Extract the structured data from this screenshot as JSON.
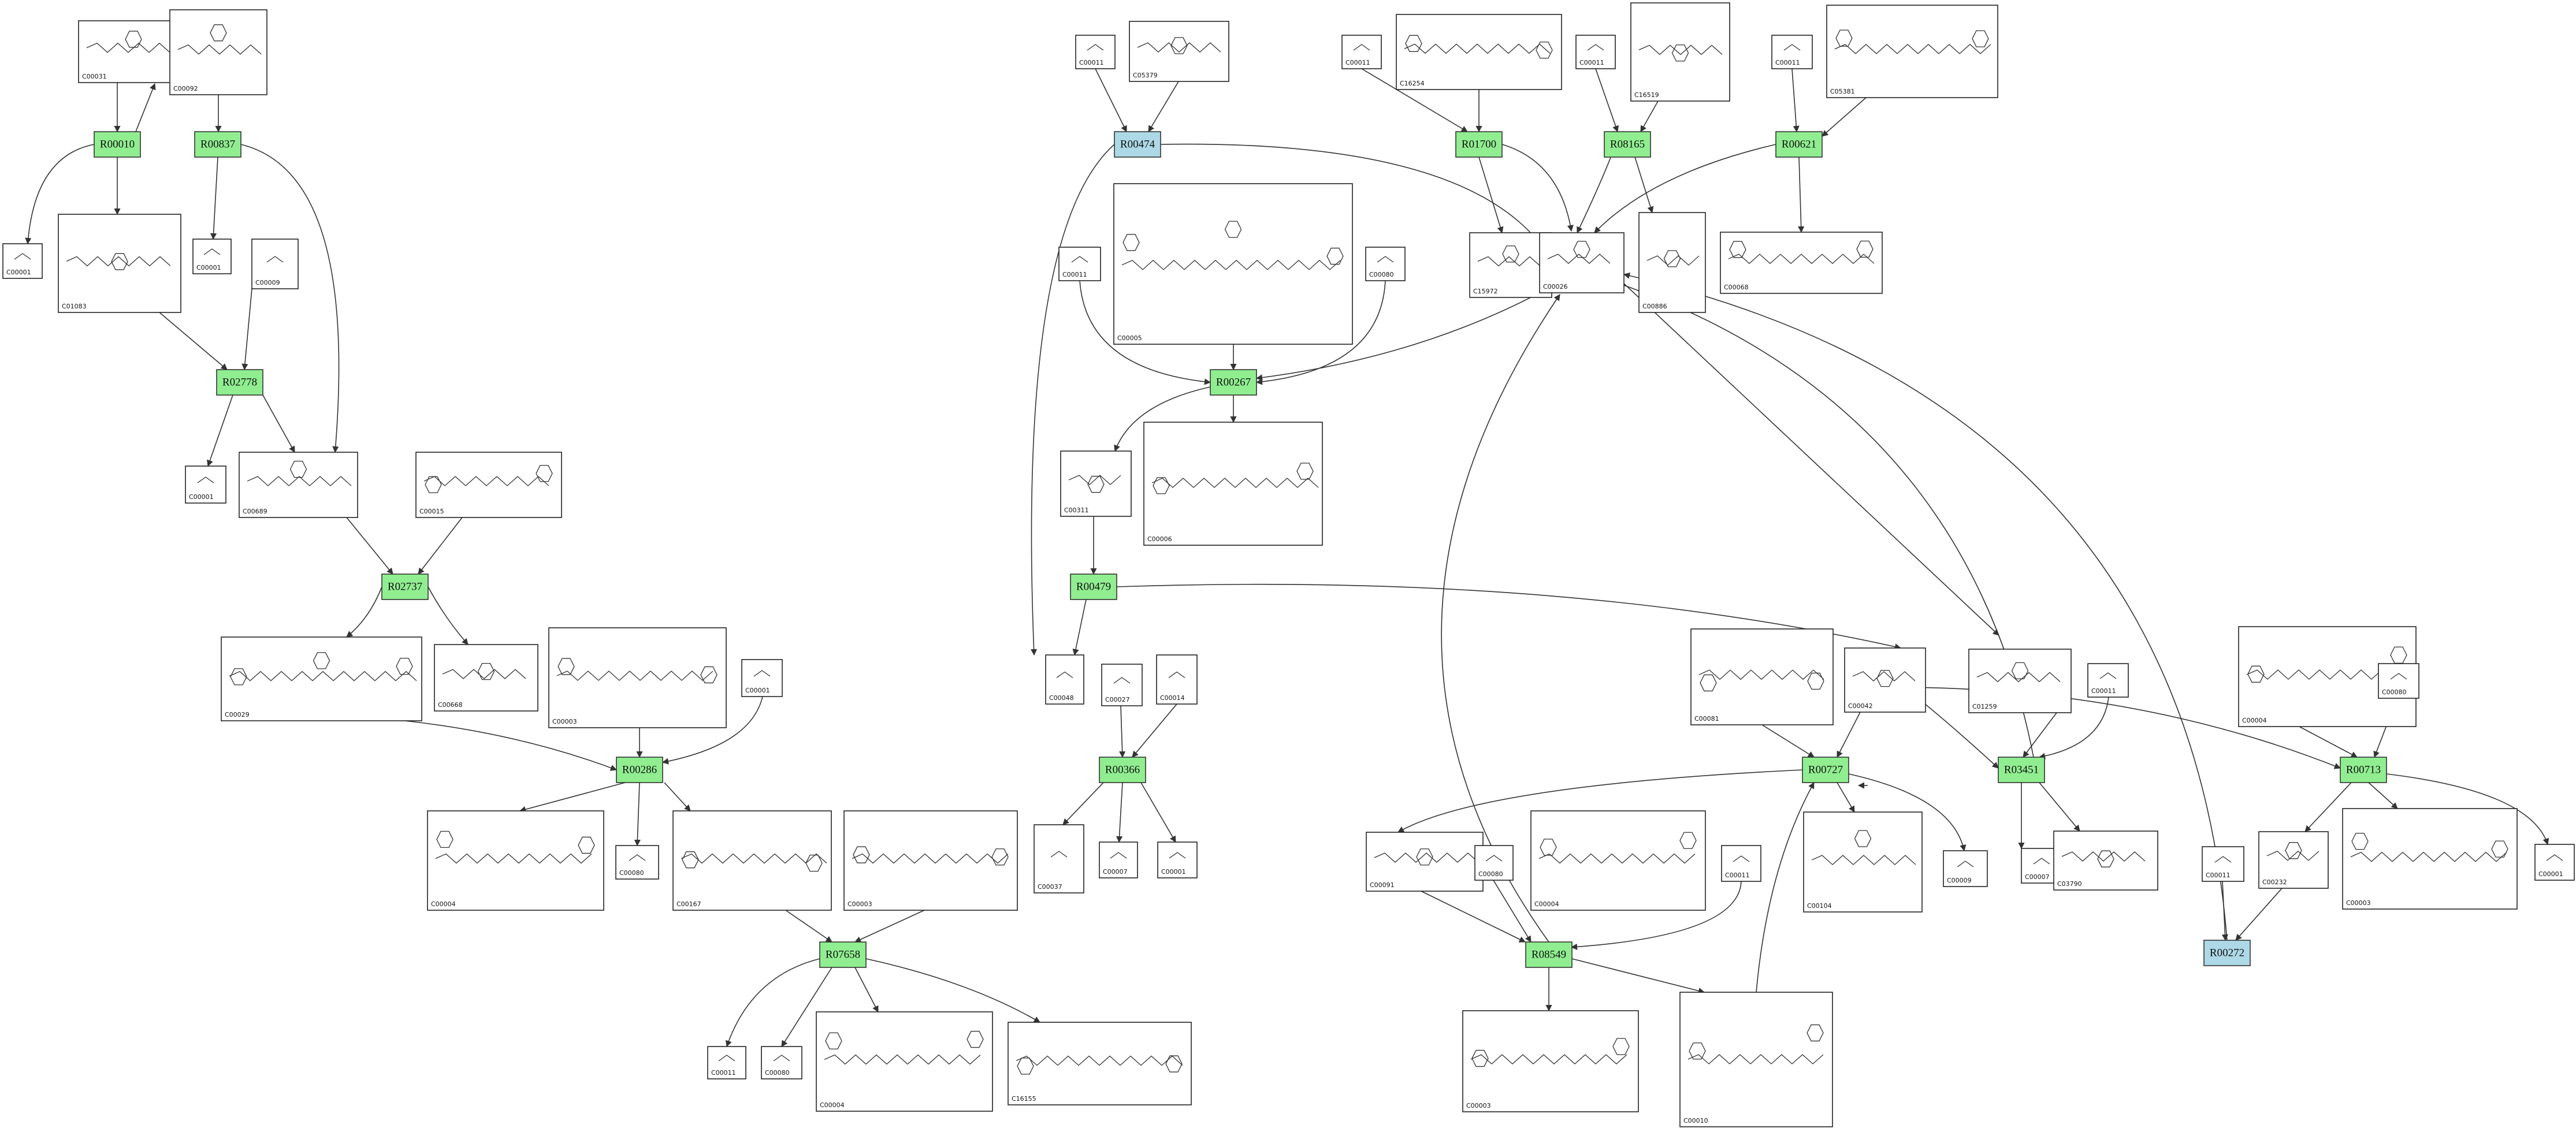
{
  "colors": {
    "reaction_green": "#90ee90",
    "reaction_blue": "#add8e6",
    "stroke": "#333333",
    "background": "#ffffff"
  },
  "reactions": [
    {
      "id": "R00010",
      "color": "green"
    },
    {
      "id": "R00837",
      "color": "green"
    },
    {
      "id": "R02778",
      "color": "green"
    },
    {
      "id": "R02737",
      "color": "green"
    },
    {
      "id": "R00286",
      "color": "green"
    },
    {
      "id": "R07658",
      "color": "green"
    },
    {
      "id": "R00474",
      "color": "blue"
    },
    {
      "id": "R00267",
      "color": "green"
    },
    {
      "id": "R00479",
      "color": "green"
    },
    {
      "id": "R00366",
      "color": "green"
    },
    {
      "id": "R01700",
      "color": "green"
    },
    {
      "id": "R08165",
      "color": "green"
    },
    {
      "id": "R00621",
      "color": "green"
    },
    {
      "id": "R00727",
      "color": "green"
    },
    {
      "id": "R08549",
      "color": "green"
    },
    {
      "id": "R03451",
      "color": "green"
    },
    {
      "id": "R00713",
      "color": "green"
    },
    {
      "id": "R00272",
      "color": "blue"
    }
  ],
  "compounds": [
    {
      "id": "C00031"
    },
    {
      "id": "C00092"
    },
    {
      "id": "C00001"
    },
    {
      "id": "C01083"
    },
    {
      "id": "C00001"
    },
    {
      "id": "C00009"
    },
    {
      "id": "C00001"
    },
    {
      "id": "C00689"
    },
    {
      "id": "C00015"
    },
    {
      "id": "C00029"
    },
    {
      "id": "C00668"
    },
    {
      "id": "C00003"
    },
    {
      "id": "C00001"
    },
    {
      "id": "C00004"
    },
    {
      "id": "C00080"
    },
    {
      "id": "C00167"
    },
    {
      "id": "C00003"
    },
    {
      "id": "C00011"
    },
    {
      "id": "C00080"
    },
    {
      "id": "C00004"
    },
    {
      "id": "C16155"
    },
    {
      "id": "C00011"
    },
    {
      "id": "C05379"
    },
    {
      "id": "C00011"
    },
    {
      "id": "C00005"
    },
    {
      "id": "C00080"
    },
    {
      "id": "C00311"
    },
    {
      "id": "C00006"
    },
    {
      "id": "C00048"
    },
    {
      "id": "C00027"
    },
    {
      "id": "C00014"
    },
    {
      "id": "C00037"
    },
    {
      "id": "C00007"
    },
    {
      "id": "C00001"
    },
    {
      "id": "C00011"
    },
    {
      "id": "C16254"
    },
    {
      "id": "C15972"
    },
    {
      "id": "C00026"
    },
    {
      "id": "C00011"
    },
    {
      "id": "C16519"
    },
    {
      "id": "C00886"
    },
    {
      "id": "C00011"
    },
    {
      "id": "C05381"
    },
    {
      "id": "C00068"
    },
    {
      "id": "C00081"
    },
    {
      "id": "C00042"
    },
    {
      "id": "C00091"
    },
    {
      "id": "C00080"
    },
    {
      "id": "C00004"
    },
    {
      "id": "C00011"
    },
    {
      "id": "C00104"
    },
    {
      "id": "C00009"
    },
    {
      "id": "C00003"
    },
    {
      "id": "C00010"
    },
    {
      "id": "C01259"
    },
    {
      "id": "C00011"
    },
    {
      "id": "C00007"
    },
    {
      "id": "C03790"
    },
    {
      "id": "C00004"
    },
    {
      "id": "C00080"
    },
    {
      "id": "C00232"
    },
    {
      "id": "C00003"
    },
    {
      "id": "C00001"
    },
    {
      "id": "C00011"
    }
  ]
}
